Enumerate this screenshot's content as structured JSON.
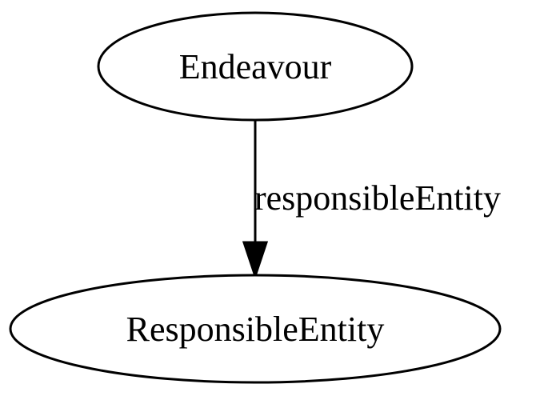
{
  "diagram": {
    "type": "directed-graph",
    "nodes": [
      {
        "id": "endeavour",
        "label": "Endeavour",
        "shape": "ellipse"
      },
      {
        "id": "responsible-entity",
        "label": "ResponsibleEntity",
        "shape": "ellipse"
      }
    ],
    "edges": [
      {
        "from": "endeavour",
        "to": "responsible-entity",
        "label": "responsibleEntity"
      }
    ]
  }
}
